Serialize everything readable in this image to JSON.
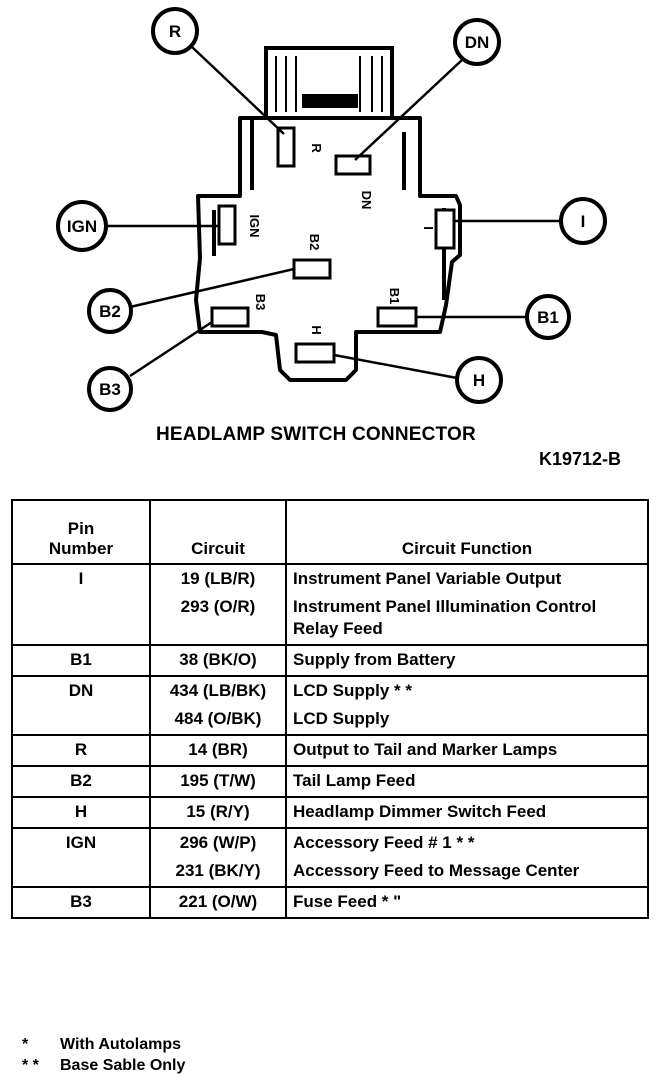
{
  "diagram": {
    "callouts": {
      "R": "R",
      "DN": "DN",
      "IGN": "IGN",
      "I": "I",
      "B2": "B2",
      "B1": "B1",
      "B3": "B3",
      "H": "H"
    },
    "pin_labels": {
      "R": "R",
      "DN": "DN",
      "IGN": "IGN",
      "I": "I",
      "B2": "B2",
      "B1": "B1",
      "B3": "B3",
      "H": "H"
    }
  },
  "caption": "HEADLAMP SWITCH CONNECTOR",
  "figure_id": "K19712-B",
  "table": {
    "headers": {
      "pin": [
        "Pin",
        "Number"
      ],
      "circuit": "Circuit",
      "function": "Circuit Function"
    },
    "rows": [
      {
        "pin": "I",
        "entries": [
          {
            "circuit": "19 (LB/R)",
            "function": "Instrument Panel Variable Output"
          },
          {
            "circuit": "293 (O/R)",
            "function": "Instrument Panel Illumination Control Relay Feed"
          }
        ]
      },
      {
        "pin": "B1",
        "entries": [
          {
            "circuit": "38 (BK/O)",
            "function": "Supply from Battery"
          }
        ]
      },
      {
        "pin": "DN",
        "entries": [
          {
            "circuit": "434 (LB/BK)",
            "function": "LCD Supply * *"
          },
          {
            "circuit": "484 (O/BK)",
            "function": "LCD Supply"
          }
        ]
      },
      {
        "pin": "R",
        "entries": [
          {
            "circuit": "14 (BR)",
            "function": "Output to Tail and Marker Lamps"
          }
        ]
      },
      {
        "pin": "B2",
        "entries": [
          {
            "circuit": "195 (T/W)",
            "function": "Tail Lamp Feed"
          }
        ]
      },
      {
        "pin": "H",
        "entries": [
          {
            "circuit": "15 (R/Y)",
            "function": "Headlamp Dimmer Switch Feed"
          }
        ]
      },
      {
        "pin": "IGN",
        "entries": [
          {
            "circuit": "296 (W/P)",
            "function": "Accessory Feed # 1 * *"
          },
          {
            "circuit": "231 (BK/Y)",
            "function": "Accessory Feed to Message Center"
          }
        ]
      },
      {
        "pin": "B3",
        "entries": [
          {
            "circuit": "221 (O/W)",
            "function": "Fuse Feed * \""
          }
        ]
      }
    ]
  },
  "footnotes": [
    {
      "mark": "*",
      "text": "With Autolamps"
    },
    {
      "mark": "* *",
      "text": "Base Sable Only"
    }
  ]
}
